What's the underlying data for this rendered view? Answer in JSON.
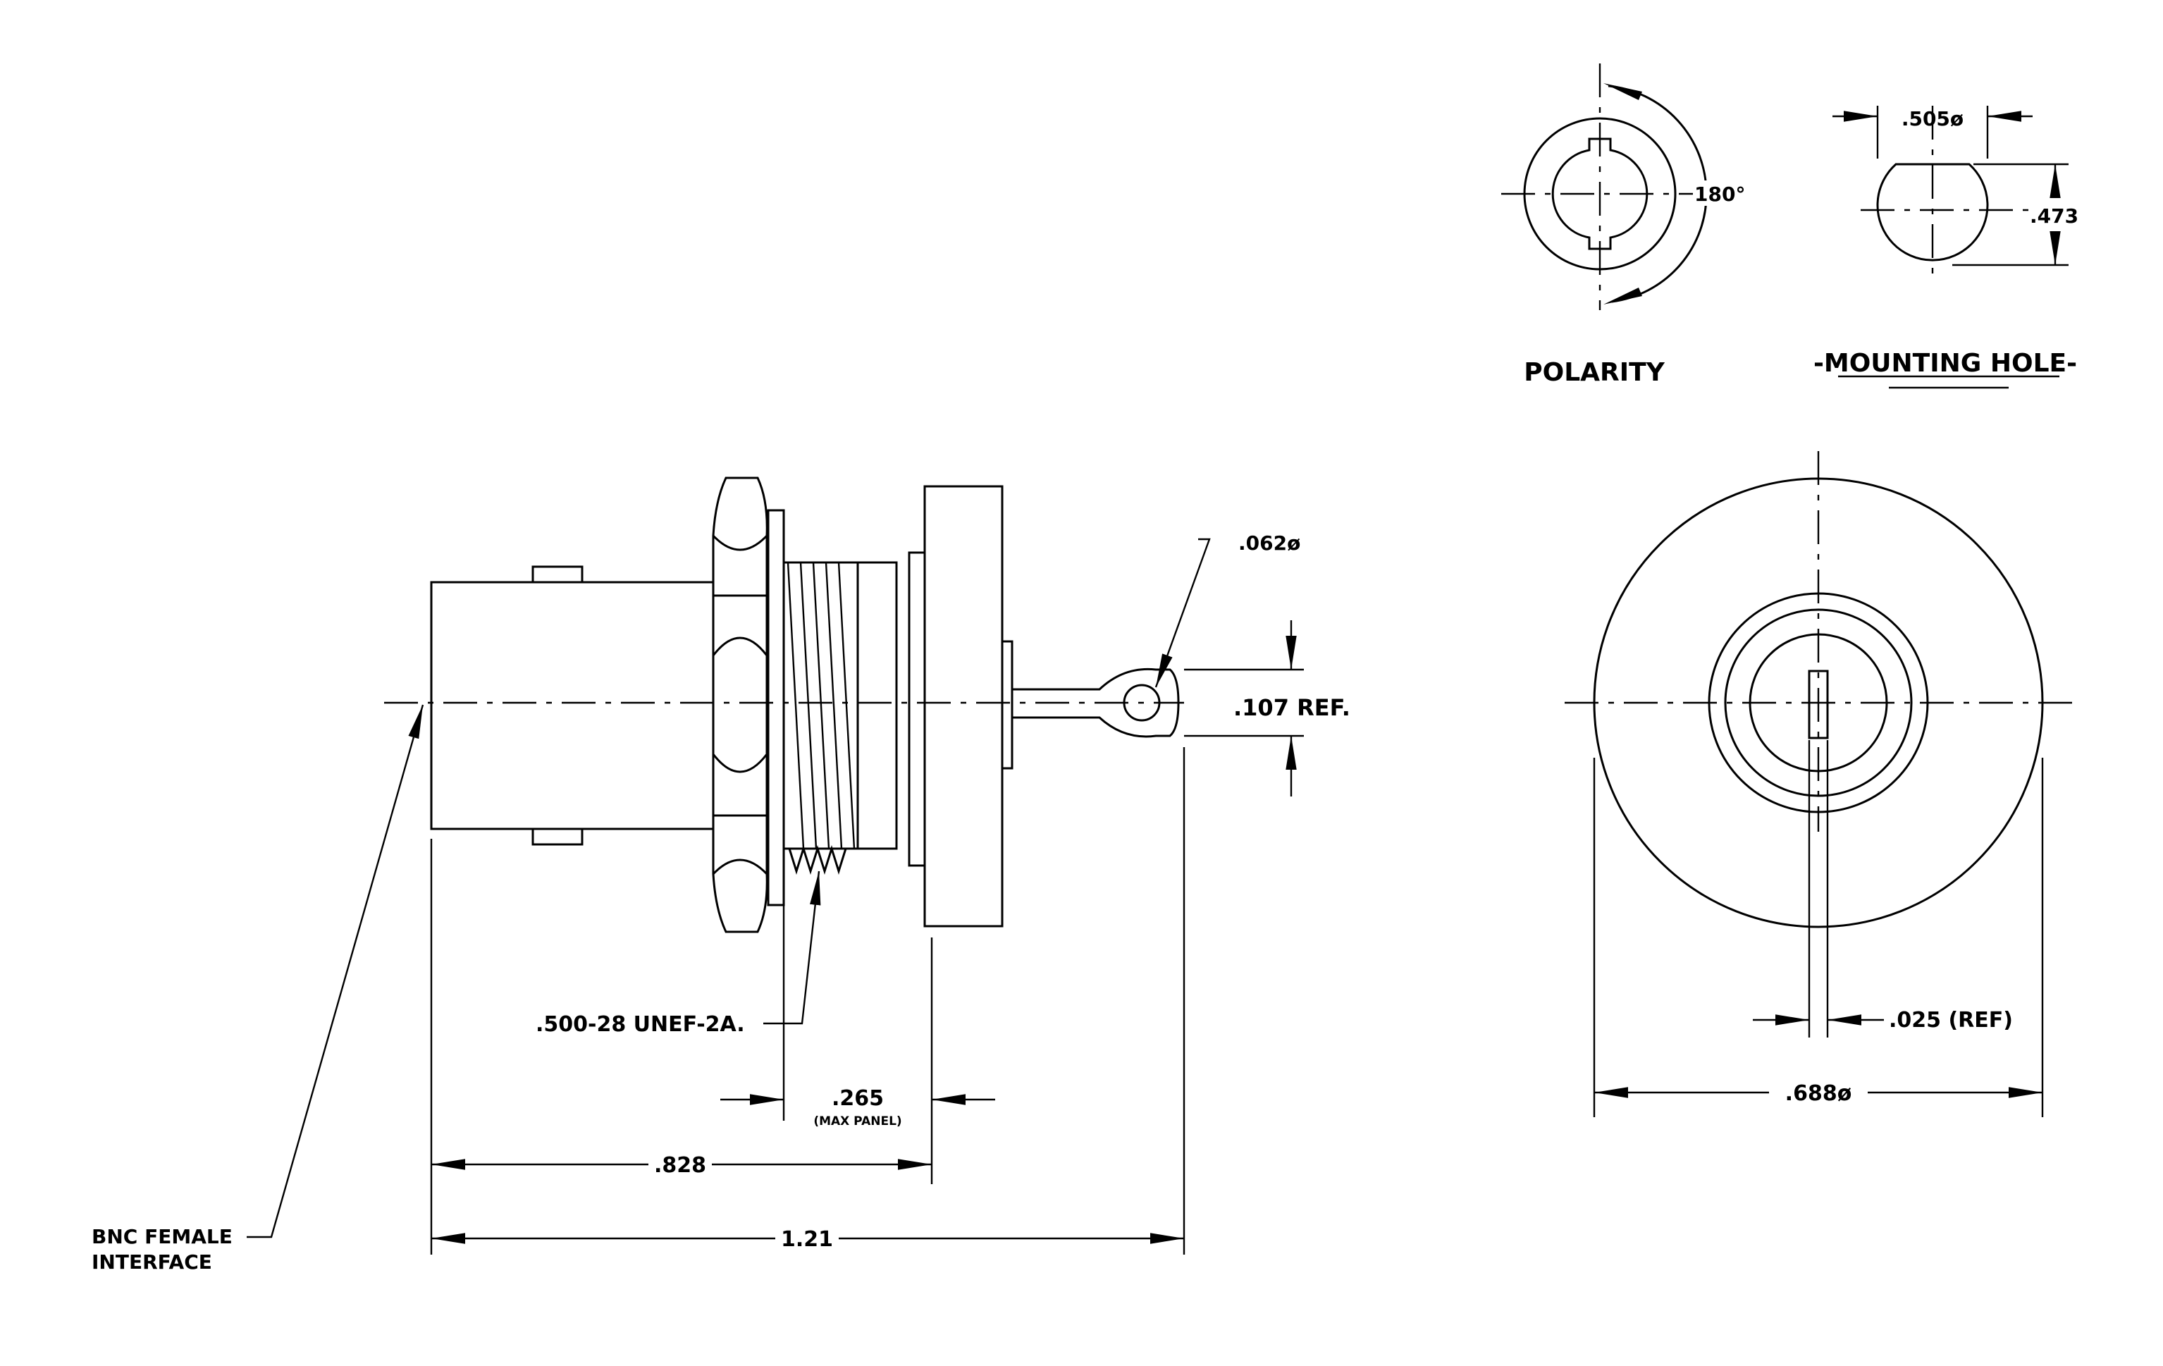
{
  "labels": {
    "polarity": "POLARITY",
    "mounting_hole": "-MOUNTING HOLE-",
    "angle": "180°",
    "hole_width": ".505ø",
    "hole_flat": ".473",
    "solder_hole": ".062ø",
    "pin_ref": ".107 REF.",
    "thread": ".500-28 UNEF-2A.",
    "max_panel_value": ".265",
    "max_panel_note": "(MAX PANEL)",
    "length_828": ".828",
    "length_121": "1.21",
    "interface_line1": "BNC FEMALE",
    "interface_line2": "INTERFACE",
    "contact_ref": ".025 (REF)",
    "flange_dia": ".688ø"
  }
}
